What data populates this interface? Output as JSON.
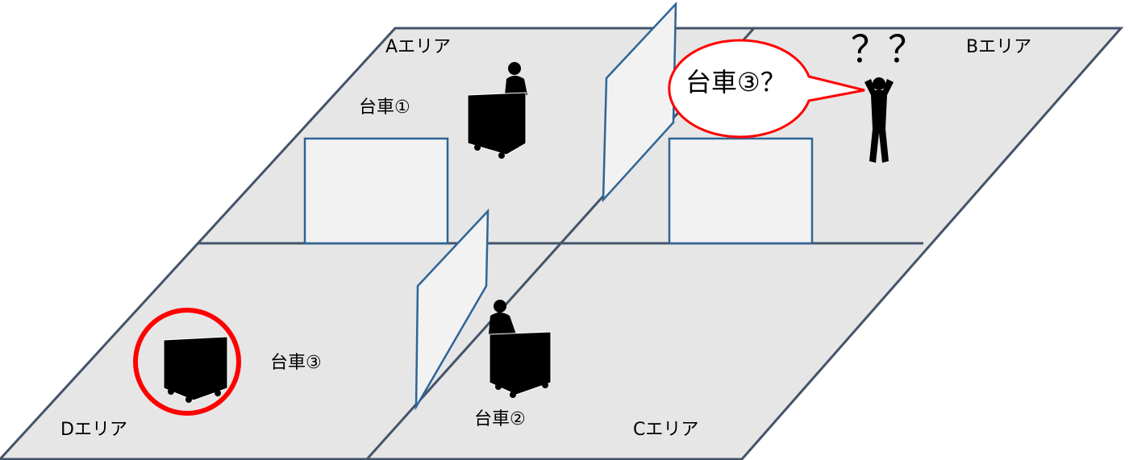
{
  "areas": {
    "a": "Aエリア",
    "b": "Bエリア",
    "c": "Cエリア",
    "d": "Dエリア"
  },
  "carts": {
    "cart1": "台車①",
    "cart2": "台車②",
    "cart3": "台車③"
  },
  "speech_bubble": "台車③？",
  "confusion_marks": "？？",
  "colors": {
    "floor": "#e6e6e6",
    "floor_line": "#44546a",
    "panel": "#f2f2f2",
    "panel_line": "#2e6596",
    "highlight": "#ff0000"
  }
}
